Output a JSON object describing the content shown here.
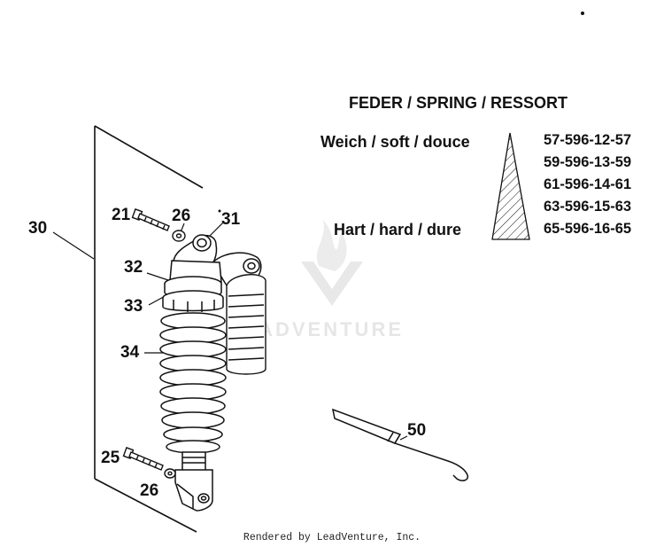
{
  "spring_table": {
    "title": "FEDER / SPRING / RESSORT",
    "soft_label": "Weich / soft / douce",
    "hard_label": "Hart / hard / dure",
    "part_numbers": [
      "57-596-12-57",
      "59-596-13-59",
      "61-596-14-61",
      "63-596-15-63",
      "65-596-16-65"
    ]
  },
  "callouts": {
    "c30": "30",
    "c21": "21",
    "c26a": "26",
    "c31": "31",
    "c32": "32",
    "c33": "33",
    "c34": "34",
    "c25": "25",
    "c26b": "26",
    "c50": "50"
  },
  "watermark": "LEADVENTURE",
  "footer": "Rendered by LeadVenture, Inc."
}
